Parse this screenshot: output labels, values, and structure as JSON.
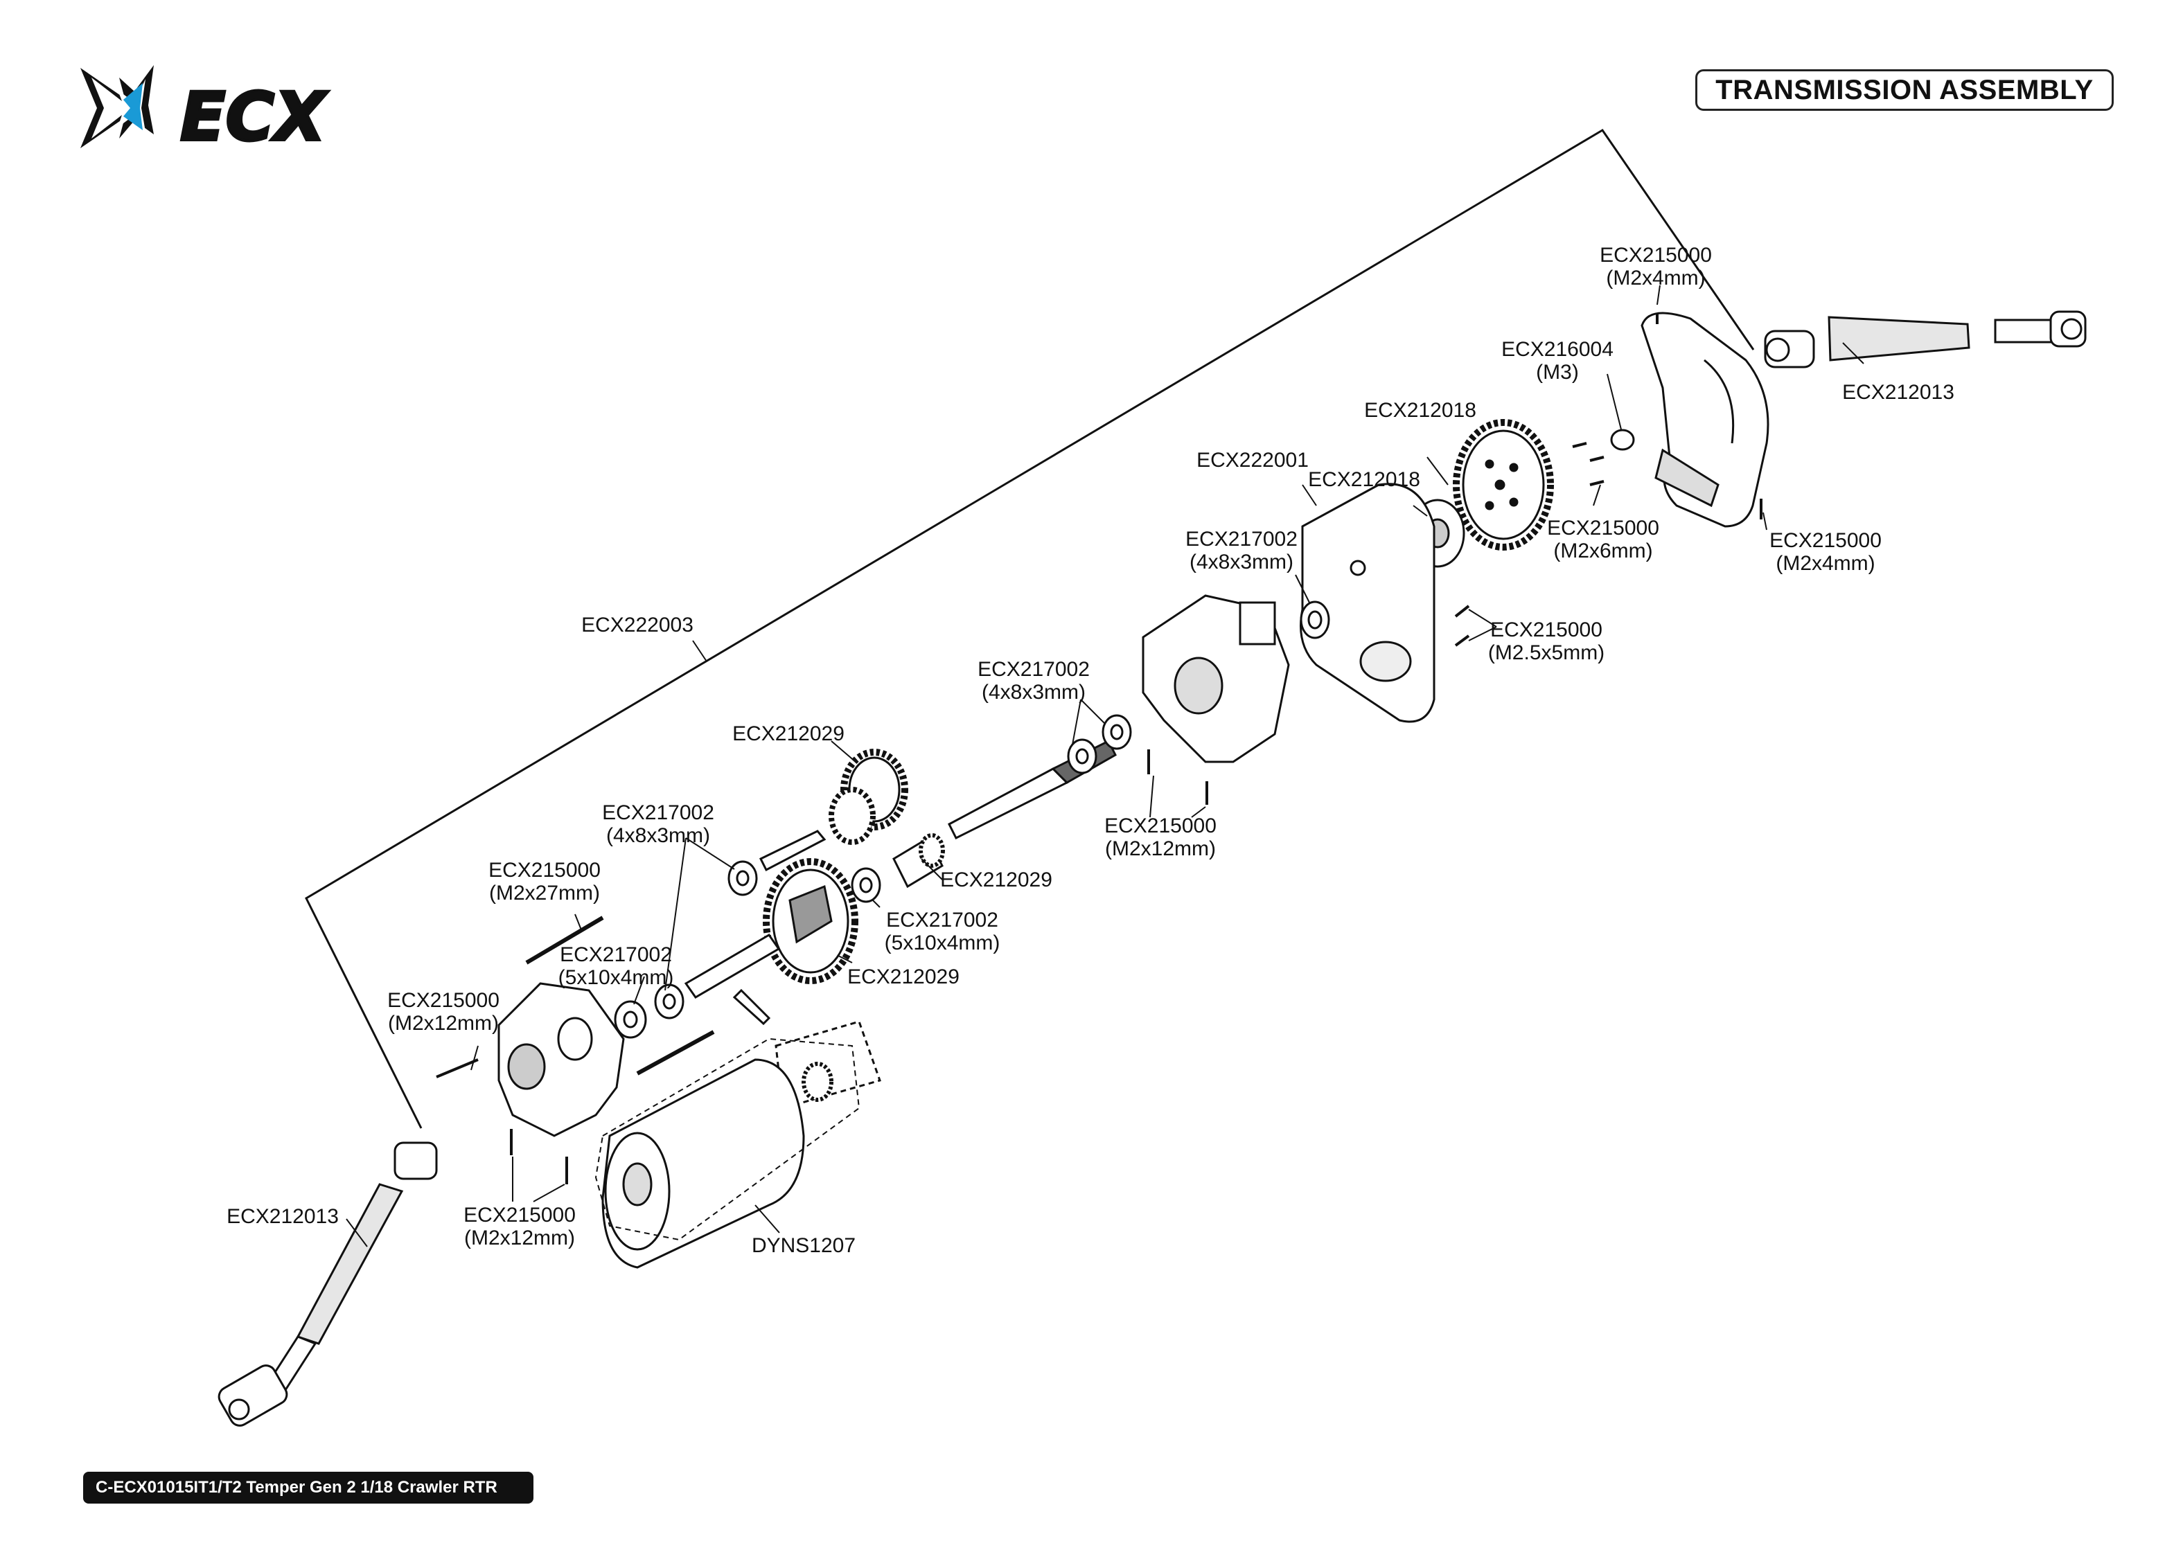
{
  "header": {
    "brand_logo_text": "ECX",
    "title": "TRANSMISSION ASSEMBLY"
  },
  "footer": {
    "model": "C-ECX01015IT1/T2 Temper Gen 2 1/18 Crawler RTR"
  },
  "parts": [
    {
      "id": "p01",
      "part_no": "ECX215000",
      "spec": "(M2x4mm)"
    },
    {
      "id": "p02",
      "part_no": "ECX216004",
      "spec": "(M3)"
    },
    {
      "id": "p03",
      "part_no": "ECX212013",
      "spec": ""
    },
    {
      "id": "p04",
      "part_no": "ECX212018",
      "spec": ""
    },
    {
      "id": "p05",
      "part_no": "ECX222001",
      "spec": ""
    },
    {
      "id": "p06",
      "part_no": "ECX212018",
      "spec": ""
    },
    {
      "id": "p07",
      "part_no": "ECX215000",
      "spec": "(M2x6mm)"
    },
    {
      "id": "p08",
      "part_no": "ECX215000",
      "spec": "(M2x4mm)"
    },
    {
      "id": "p09",
      "part_no": "ECX217002",
      "spec": "(4x8x3mm)"
    },
    {
      "id": "p10",
      "part_no": "ECX215000",
      "spec": "(M2.5x5mm)"
    },
    {
      "id": "p11",
      "part_no": "ECX222003",
      "spec": ""
    },
    {
      "id": "p12",
      "part_no": "ECX217002",
      "spec": "(4x8x3mm)"
    },
    {
      "id": "p13",
      "part_no": "ECX212029",
      "spec": ""
    },
    {
      "id": "p14",
      "part_no": "ECX215000",
      "spec": "(M2x12mm)"
    },
    {
      "id": "p15",
      "part_no": "ECX217002",
      "spec": "(4x8x3mm)"
    },
    {
      "id": "p16",
      "part_no": "ECX212029",
      "spec": ""
    },
    {
      "id": "p17",
      "part_no": "ECX215000",
      "spec": "(M2x27mm)"
    },
    {
      "id": "p18",
      "part_no": "ECX217002",
      "spec": "(5x10x4mm)"
    },
    {
      "id": "p19",
      "part_no": "ECX217002",
      "spec": "(5x10x4mm)"
    },
    {
      "id": "p20",
      "part_no": "ECX212029",
      "spec": ""
    },
    {
      "id": "p21",
      "part_no": "ECX215000",
      "spec": "(M2x12mm)"
    },
    {
      "id": "p22",
      "part_no": "ECX212013",
      "spec": ""
    },
    {
      "id": "p23",
      "part_no": "ECX215000",
      "spec": "(M2x12mm)"
    },
    {
      "id": "p24",
      "part_no": "DYNS1207",
      "spec": ""
    }
  ],
  "colors": {
    "line": "#111111",
    "footer_bg": "#111111",
    "logo_blue": "#1a9ad6",
    "part_fill": "#ffffff",
    "part_shade": "#d9d9d9"
  }
}
